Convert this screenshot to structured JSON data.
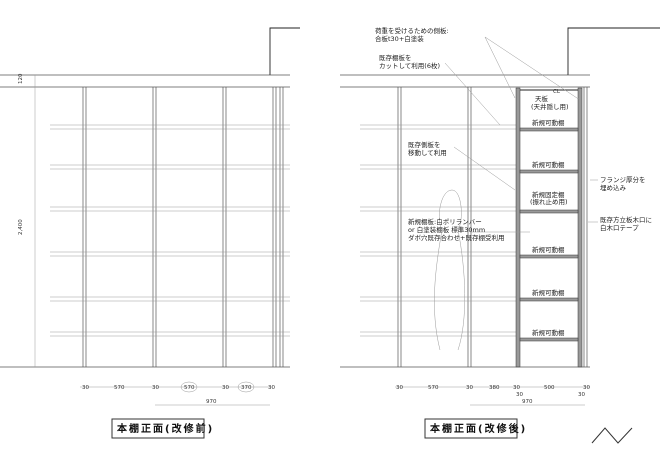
{
  "before": {
    "title": "本棚正面(改修前)",
    "dim_height_top": "120",
    "dim_height_main": "2,400",
    "dims": [
      "30",
      "570",
      "30",
      "570",
      "30",
      "370",
      "30"
    ],
    "dim_total": "970"
  },
  "after": {
    "title": "本棚正面(改修後)",
    "dims": [
      "30",
      "570",
      "30",
      "380",
      "30",
      "500",
      "30"
    ],
    "dims_sub": [
      "30",
      "30"
    ],
    "dim_total": "970",
    "notes": {
      "side_panel": [
        "荷重を受けるための側板:",
        "合板t30+白塗装"
      ],
      "cut_shelf": [
        "既存棚板を",
        "カットして利用(6枚)"
      ],
      "move_side": [
        "既存側板を",
        "移動して利用"
      ],
      "new_shelf": [
        "新規棚板:白ポリランバー",
        "or  白塗装棚板  標準30mm",
        "ダボ穴既存合わせ+既存棚受利用"
      ],
      "flange": [
        "フランジ厚分を",
        "埋め込み"
      ],
      "edge_tape": [
        "既存方立板木口に",
        "白木口テープ"
      ],
      "top_board": [
        "天板",
        "(天井隠し用)"
      ],
      "top_mark": "CL"
    },
    "shelves": [
      "新規可動棚",
      "新規可動棚",
      "新規固定棚",
      "(振れ止め用)",
      "新規可動棚",
      "新規可動棚",
      "新規可動棚"
    ]
  },
  "logo": "N/"
}
